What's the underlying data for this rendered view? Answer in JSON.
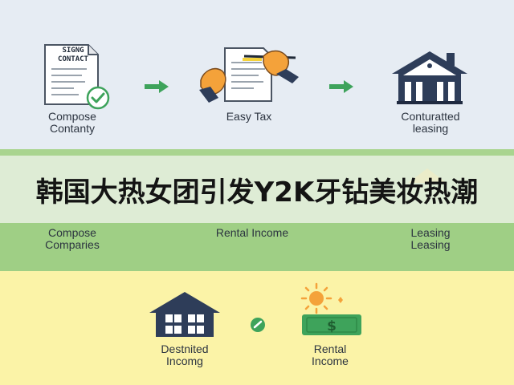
{
  "overlay_title": "韩国大热女团引发Y2K牙钻美妆热潮",
  "top_row": {
    "contract_text": "SIGNG CONTACT",
    "item1": {
      "line1": "Compose",
      "line2": "Contanty"
    },
    "item2": {
      "line1": "Easy Tax"
    },
    "item3": {
      "line1": "Conturatted",
      "line2": "leasing"
    }
  },
  "middle_row": {
    "item1": {
      "line1": "Compose",
      "line2": "Comparies"
    },
    "item2": {
      "line1": "Rental Income"
    },
    "item3": {
      "line1": "Leasing",
      "line2": "Leasing"
    }
  },
  "bottom_row": {
    "item1": {
      "line1": "Destnited",
      "line2": "Incomg"
    },
    "item2": {
      "line1": "Rental",
      "line2": "Income"
    }
  },
  "colors": {
    "top_band": "#e6ecf3",
    "middle_band": "#9fcf85",
    "bottom_band": "#fbf3a7",
    "navy": "#2e3d59",
    "arrow_green": "#3ea35b",
    "accent_orange": "#f4a23a"
  },
  "icons": [
    "contract-icon",
    "checkmark-icon",
    "hand-pen-icon",
    "house-icon",
    "arrow-right-icon",
    "sun-icon",
    "money-icon"
  ]
}
